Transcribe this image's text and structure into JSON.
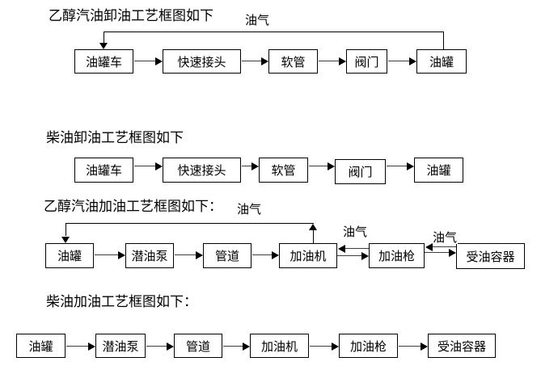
{
  "colors": {
    "background": "#ffffff",
    "box_border": "#000000",
    "line": "#3d3d3d",
    "vapor_line": "#000000",
    "text": "#000000"
  },
  "flowcharts": [
    {
      "title": "乙醇汽油卸油工艺框图如下",
      "vapor_label": "油气",
      "nodes": [
        "油罐车",
        "快速接头",
        "软管",
        "阀门",
        "油罐"
      ]
    },
    {
      "title": "柴油卸油工艺框图如下",
      "nodes": [
        "油罐车",
        "快速接头",
        "软管",
        "阀门",
        "油罐"
      ]
    },
    {
      "title": "乙醇汽油加油工艺框图如下：",
      "vapor_label_top": "油气",
      "vapor_label_mid": "油气",
      "vapor_label_right": "油气",
      "nodes": [
        "油罐",
        "潜油泵",
        "管道",
        "加油机",
        "加油枪",
        "受油容器"
      ]
    },
    {
      "title": "柴油加油工艺框图如下：",
      "nodes": [
        "油罐",
        "潜油泵",
        "管道",
        "加油机",
        "加油枪",
        "受油容器"
      ]
    }
  ]
}
